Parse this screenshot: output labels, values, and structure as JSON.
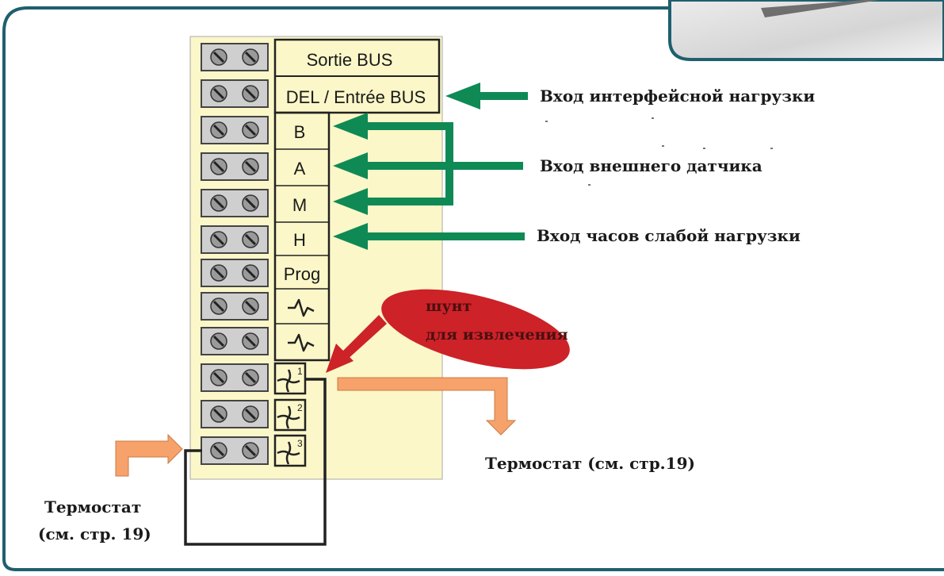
{
  "terminal_labels": [
    "Sortie BUS",
    "DEL / Entrée BUS",
    "B",
    "A",
    "M",
    "H",
    "Prog"
  ],
  "fan_indices": [
    "1",
    "2",
    "3"
  ],
  "captions": {
    "load_input": "Вход интерфейсной нагрузки",
    "sensor_input": "Вход внешнего датчика",
    "clock_input": "Вход часов слабой нагрузки",
    "shunt_line1": "шунт",
    "shunt_line2": "для извлечения",
    "thermostat_right": "Термостат (см. стр.19)",
    "thermostat_left_line1": "Термостат",
    "thermostat_left_line2": "(см. стр. 19)"
  },
  "colors": {
    "frame": "#1f5f6e",
    "panel": "#fbf7c8",
    "terminal": "#cfcfcf",
    "green_arrow": "#0f8a55",
    "orange_arrow": "#f7a26a",
    "shunt_blob": "#cc2228",
    "wire": "#222222"
  },
  "icons": {
    "screw": "screw-icon",
    "waveform": "waveform-icon",
    "fan": "fan-icon"
  }
}
